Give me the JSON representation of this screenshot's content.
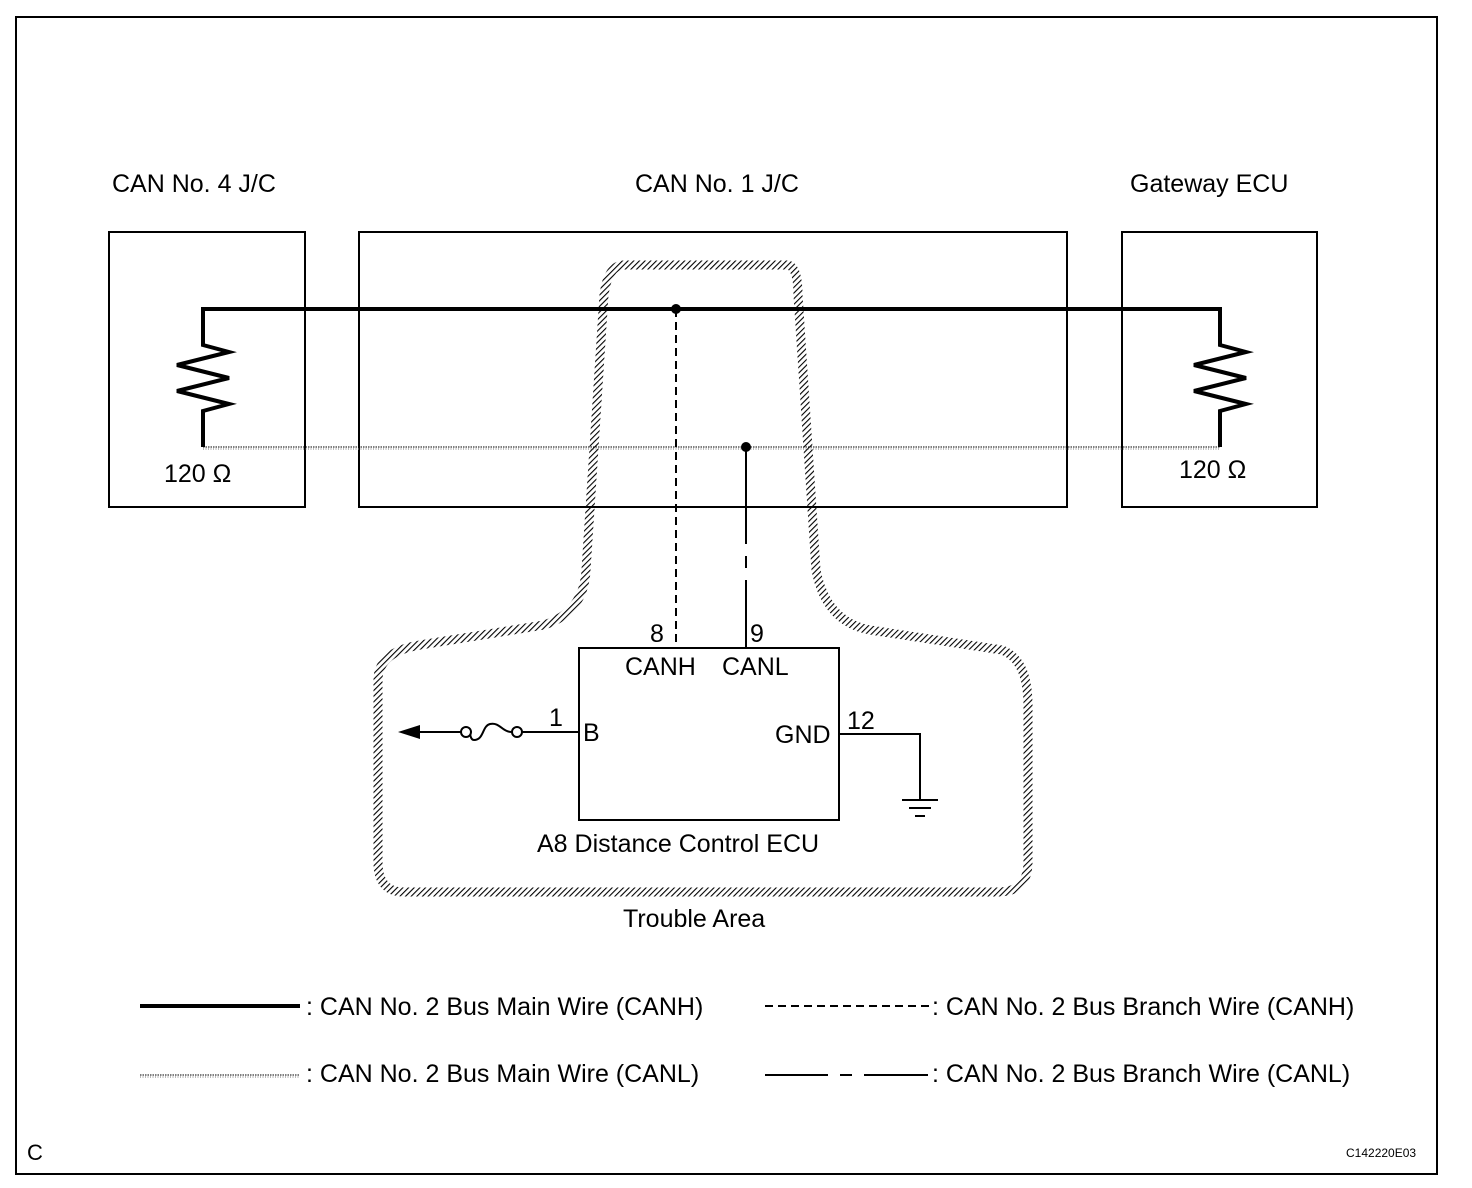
{
  "components": {
    "can4_jc": {
      "label": "CAN No. 4 J/C",
      "resistor": "120 Ω"
    },
    "can1_jc": {
      "label": "CAN No. 1 J/C"
    },
    "gateway_ecu": {
      "label": "Gateway ECU",
      "resistor": "120 Ω"
    },
    "distance_ecu": {
      "label": "A8 Distance Control ECU",
      "pins": {
        "canh_num": "8",
        "canh": "CANH",
        "canl_num": "9",
        "canl": "CANL",
        "b_num": "1",
        "b": "B",
        "gnd_num": "12",
        "gnd": "GND"
      }
    }
  },
  "trouble_area": "Trouble Area",
  "legend": {
    "main_canh": ": CAN No. 2 Bus Main Wire (CANH)",
    "branch_canh": ": CAN No. 2 Bus Branch Wire (CANH)",
    "main_canl": ": CAN No. 2 Bus Main Wire (CANL)",
    "branch_canl": ": CAN No. 2 Bus Branch Wire (CANL)"
  },
  "corner_label": "C",
  "figure_code": "C142220E03"
}
